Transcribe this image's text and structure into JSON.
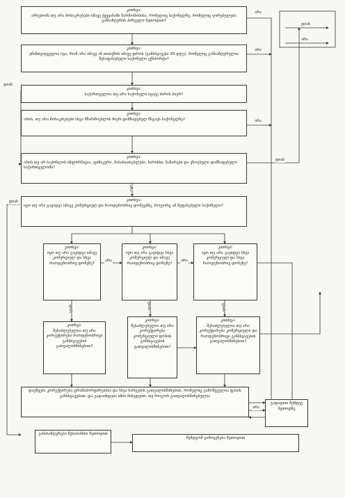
{
  "legend": {
    "yes": "დიახ",
    "no": "არა"
  },
  "q_prefix": "კითხვა:",
  "nodes": {
    "q1": "არსებობს თუ არა მოსაკრებები იმავე ქვეყანაში წარმოშობისა, რომელიც საქონელზე, რომელიც ღირებულება განსაზღვრის პირველი მეთოდით?",
    "q2": "უმანთგიტყულია იგი, რომ არა იმავე ან თითქმის იმავე დროს (განსხვავება 30 დღე), რომელიც განსაზღვრულია შესაფასებელი საქონელი ექსპორტი?",
    "q3": "საქართველოა თუ არა საქონელი იგივე ძირის ძიერ?",
    "q4": "არის, თუ არა მოსაკრებები სხვა მწარმოებლის მიერ დამზადებულ მსგავს საქონელზე?",
    "q5": "არის თუ არ საქონლის ინფორმაცია, ფიზიკური, მახასიათებლები, ხარისხი, ნაზარები და ეზოებული დამზადებული საქართველოში?",
    "q6": "იყო თუ არა გაყიდვა იმავე კომერციულ და რაოდენობრივ დონეებზე, როგორც ამ შეფასებელი საქონელი?",
    "q7": "იყო თუ არა გაყიდვა იმავე კომერციულ და სხვა რაოდენობრივ დონეზე?",
    "q8": "იყო თუ არა გაყიდვა სხვა კომერციულ და იმავე რაოდენობრივ დონეზე?",
    "q9": "იყო თუ არა გაყიდვა სხვა კომერციულ და სხვა რაოდენობრივ დონეზე?",
    "q10": "შესაძლებელია თუ არა კორექტირება რაოდენობრივი განსხვავების გათვალისწინებით?",
    "q11": "შესაძლებელია თუ არა კორექტირება კომერციული დონის განსხვავების გათვალისწინებით?",
    "q12": "შესაძლებელია თუ არა კორექტირება კომერციული და რაოდენობრივი განსხვავების გათვალისწინებით?",
    "adjust": "დაუშვება კორექტირება ტრანსპორტირებისა და სხვა ხარჯების გათვალისწინებით, რომელიც გამოწვეულია ფასის განსხვავებით, და გადაიხდება იმის მიხედვით, თუ როგორ გათვალისწინებულია",
    "next_method": "გადადით შემდეგ მეთოდზე",
    "result": "განისაზღვრება შესაბამისი მეთოდით",
    "apply": "შემდგომ გამოყენება მეთოდით"
  },
  "edge_labels": {
    "no": "არა",
    "yes": "დიახ"
  }
}
